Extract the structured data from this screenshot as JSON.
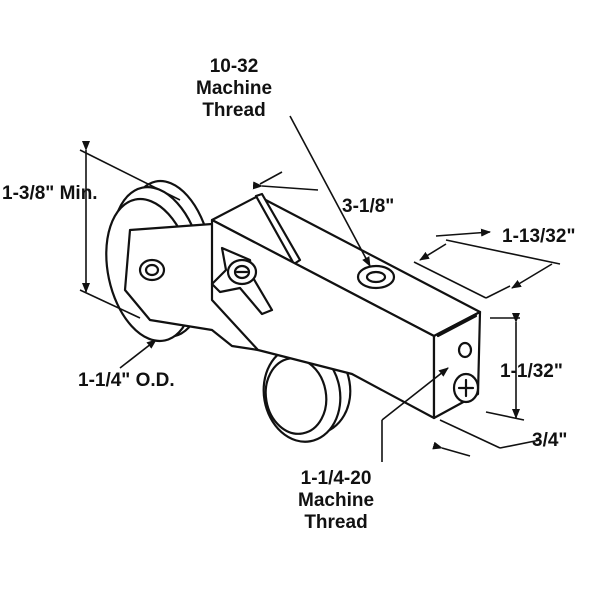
{
  "labels": {
    "top_thread": [
      "10-32",
      "Machine",
      "Thread"
    ],
    "height_min": "1-3/8\" Min.",
    "length": "3-1/8\"",
    "width": "1-13/32\"",
    "wheel_od": "1-1/4\" O.D.",
    "body_height": "1-1/32\"",
    "body_width": "3/4\"",
    "bottom_thread": [
      "1-1/4-20",
      "Machine",
      "Thread"
    ]
  },
  "colors": {
    "ink": "#111111",
    "fill": "#ffffff"
  }
}
